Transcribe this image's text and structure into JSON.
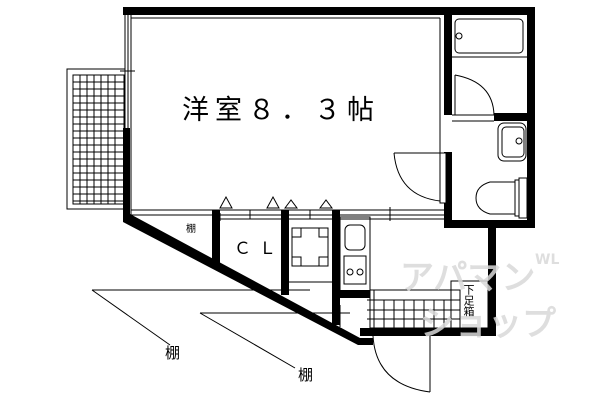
{
  "floorplan": {
    "main_room": {
      "label": "洋室８．３帖",
      "type": "western-style room",
      "size_jo": 8.3
    },
    "closet": {
      "label": "ＣＬ"
    },
    "small_shelf": {
      "label": "棚"
    },
    "outer_shelves": [
      {
        "label": "棚"
      },
      {
        "label": "棚"
      }
    ],
    "shoe_box": {
      "label": "下足箱"
    },
    "watermark": {
      "line1": "アパマン",
      "line2": "ショップ",
      "suffix": "WL"
    }
  },
  "colors": {
    "wall": "#000000",
    "background": "#ffffff",
    "watermark": "#d9d9d9"
  }
}
